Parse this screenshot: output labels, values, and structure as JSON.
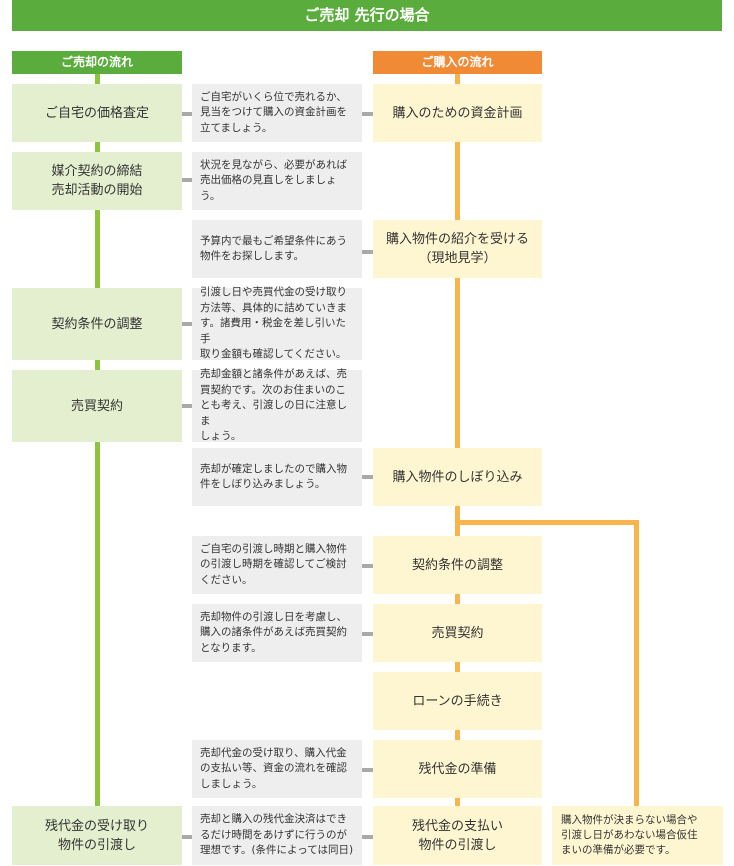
{
  "title": "ご売却 先行の場合",
  "colors": {
    "green": "#5aac3c",
    "green_light": "#e4efcf",
    "orange": "#f08a35",
    "orange_line": "#f9b54c",
    "yellow_light": "#fef6d0",
    "note_gray": "#eeeeee",
    "connector": "#a9a9a9"
  },
  "sale": {
    "header": "ご売却の流れ",
    "steps": [
      "ご自宅の価格査定",
      "媒介契約の締結\n売却活動の開始",
      "契約条件の調整",
      "売買契約",
      "残代金の受け取り\n物件の引渡し"
    ]
  },
  "purchase": {
    "header": "ご購入の流れ",
    "steps": [
      "購入のための資金計画",
      "購入物件の紹介を受ける\n（現地見学）",
      "購入物件のしぼり込み",
      "契約条件の調整",
      "売買契約",
      "ローンの手続き",
      "残代金の準備",
      "残代金の支払い\n物件の引渡し"
    ]
  },
  "notes": [
    "ご自宅がいくら位で売れるか、\n見当をつけて購入の資金計画を\n立てましょう。",
    "状況を見ながら、必要があれば\n売出価格の見直しをしましょう。",
    "予算内で最もご希望条件にあう\n物件をお探しします。",
    "引渡し日や売買代金の受け取り\n方法等、具体的に詰めていきま\nす。諸費用・税金を差し引いた手\n取り金額も確認してください。",
    "売却金額と諸条件があえば、売\n買契約です。次のお住まいのこ\nとも考え、引渡しの日に注意しま\nしょう。",
    "売却が確定しましたので購入物\n件をしぼり込みましょう。",
    "ご自宅の引渡し時期と購入物件\nの引渡し時期を確認してご検討\nください。",
    "売却物件の引渡し日を考慮し、\n購入の諸条件があえば売買契約\nとなります。",
    "売却代金の受け取り、購入代金\nの支払い等、資金の流れを確認\nしましょう。",
    "売却と購入の残代金決済はでき\nるだけ時間をあけずに行うのが\n理想です。(条件によっては同日)"
  ],
  "side_note": "購入物件が決まらない場合や\n引渡し日があわない場合仮住\nまいの準備が必要です。"
}
